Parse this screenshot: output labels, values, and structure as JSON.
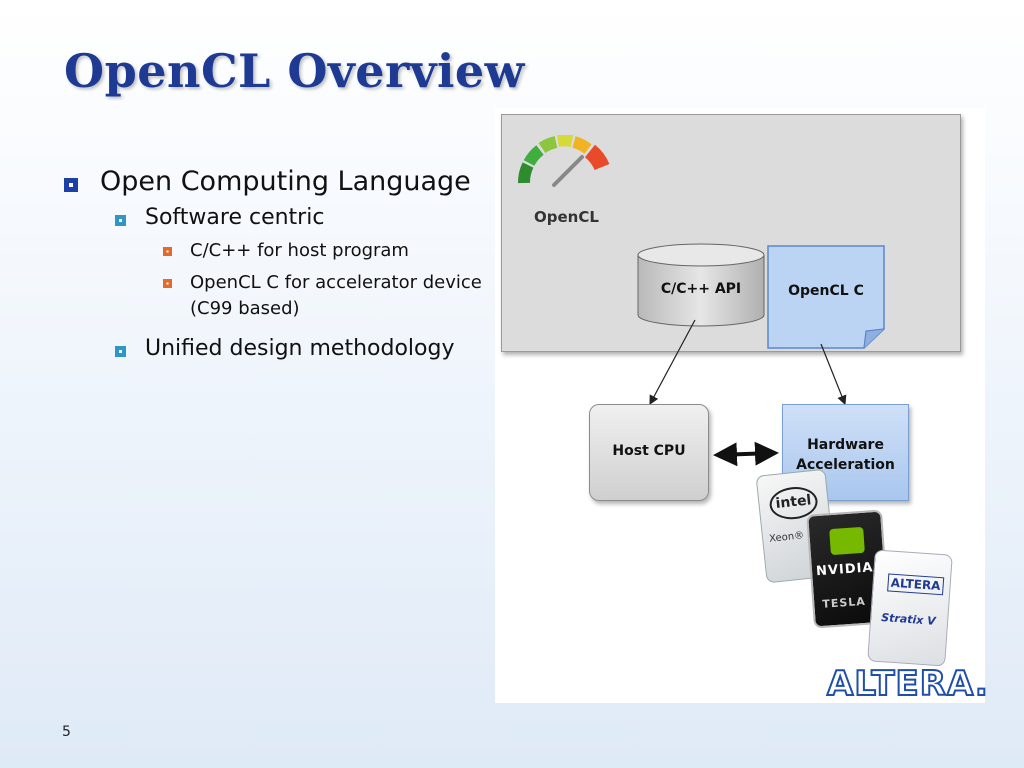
{
  "slide": {
    "title": "OpenCL Overview",
    "page_number": "5"
  },
  "bullets": {
    "b1": "Open Computing Language",
    "b1_1": "Software centric",
    "b1_1_1": "C/C++ for host program",
    "b1_1_2": "OpenCL C for accelerator device (C99 based)",
    "b1_2": "Unified design methodology"
  },
  "diagram": {
    "opencl_label": "OpenCL",
    "api_label": "C/C++ API",
    "openclc_label": "OpenCL C",
    "host_label": "Host CPU",
    "hw_label": "Hardware Acceleration",
    "chips": {
      "intel_logo": "intel",
      "intel_model": "Xeon® 750",
      "nvidia_name": "NVIDIA",
      "nvidia_model": "TESLA",
      "altera_chip_logo": "ALTERA",
      "altera_chip_model": "Stratix V"
    },
    "company_logo": "ALTERA."
  },
  "colors": {
    "title": "#1f3a93",
    "bullet_l1": "#1d3fa8",
    "bullet_l2": "#2f96c6",
    "bullet_l3": "#e06b2a",
    "hw_box": "#a9c6ee"
  },
  "icons": [
    "speedometer-icon",
    "bullet-square-icon"
  ]
}
